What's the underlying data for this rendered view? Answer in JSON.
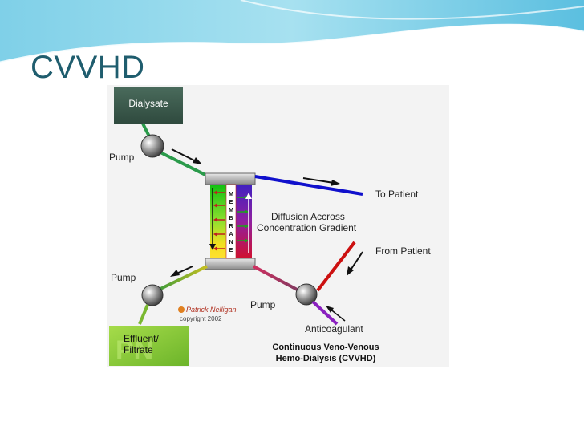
{
  "slide": {
    "title": "CVVHD"
  },
  "diagram": {
    "dialysate_label": "Dialysate",
    "pump_top_label": "Pump",
    "pump_bottom_left_label": "Pump",
    "pump_bottom_right_label": "Pump",
    "membrane_letters": [
      "M",
      "E",
      "M",
      "B",
      "R",
      "A",
      "N",
      "E"
    ],
    "to_patient_label": "To Patient",
    "from_patient_label": "From Patient",
    "diffusion_line1": "Diffusion Accross",
    "diffusion_line2": "Concentration Gradient",
    "anticoagulant_label": "Anticoagulant",
    "effluent_line1": "Effluent/",
    "effluent_line2": "Filtrate",
    "author_signature": "Patrick Nelligan",
    "copyright": "copyright 2002",
    "caption_line1": "Continuous Veno-Venous",
    "caption_line2": "Hemo-Dialysis (CVVHD)",
    "colors": {
      "title": "#1f5d6e",
      "dialysate_box": "#3a5a4c",
      "effluent_box": "#8ccc38",
      "to_patient_line": "#1010cc",
      "from_patient_line": "#cc1010",
      "anticoagulant_line": "#8a20c0"
    }
  }
}
